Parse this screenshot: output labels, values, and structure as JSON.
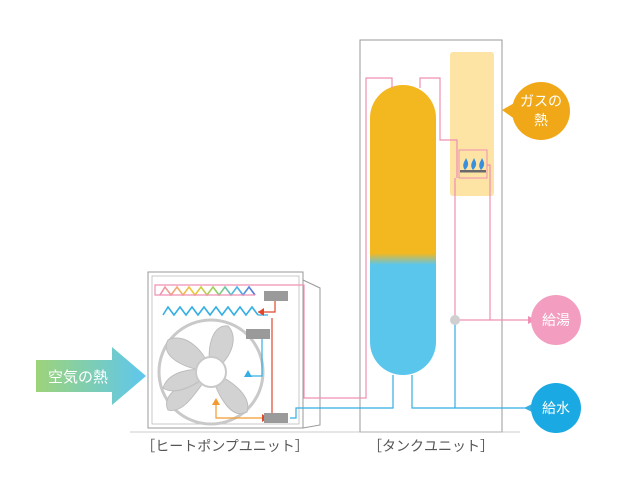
{
  "labels": {
    "air_heat": "空気の熱",
    "gas_heat_line1": "ガスの",
    "gas_heat_line2": "熱",
    "hot_water": "給湯",
    "water_supply": "給水",
    "heat_pump_unit": "［ヒートポンプユニット］",
    "tank_unit": "［タンクユニット］"
  },
  "colors": {
    "hot_water_tank": "#f3b71f",
    "cold_water_tank": "#5bc6ec",
    "gas_heat_badge": "#f0a818",
    "hot_water_badge": "#f39ec0",
    "water_supply_badge": "#1aa9e2",
    "gas_burner_box": "#fde3a4",
    "air_arrow_start": "#9dd37a",
    "air_arrow_end": "#5ec7ef",
    "pink_pipe": "#ef8fb4",
    "blue_pipe": "#35aee3",
    "orange_pipe": "#f29a2e",
    "red_pipe": "#e0472d",
    "unit_outline": "#999999"
  },
  "icons": {
    "fan": "fan-icon",
    "burner": "gas-burner-icon"
  }
}
